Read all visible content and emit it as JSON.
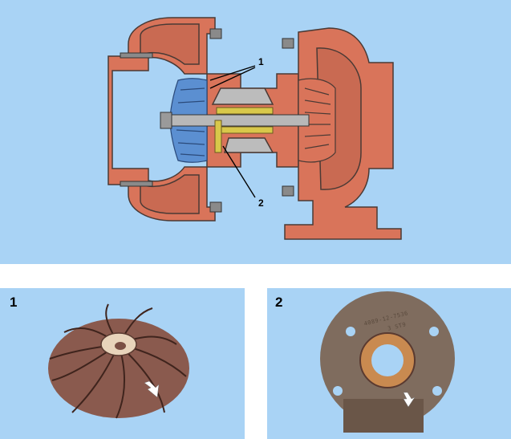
{
  "figure": {
    "callouts": [
      {
        "id": "1",
        "label": "1"
      },
      {
        "id": "2",
        "label": "2"
      }
    ]
  },
  "photo_panels": [
    {
      "id": "1",
      "label": "1",
      "subject": "compressor-impeller"
    },
    {
      "id": "2",
      "label": "2",
      "subject": "thrust-bearing-plate"
    }
  ],
  "stamp_text": {
    "line1": "4089-12-7536",
    "line2": "3 ST9"
  },
  "colors": {
    "background": "#a9d3f5",
    "housing": "#d9745a",
    "housing_outline": "#4a3a35",
    "shaft": "#b8b8b8",
    "compressor_wheel": "#5b8fd1",
    "bearing": "#d8c84a",
    "impeller_photo": "#8a5a4e",
    "plate_photo": "#7f6c5e"
  }
}
